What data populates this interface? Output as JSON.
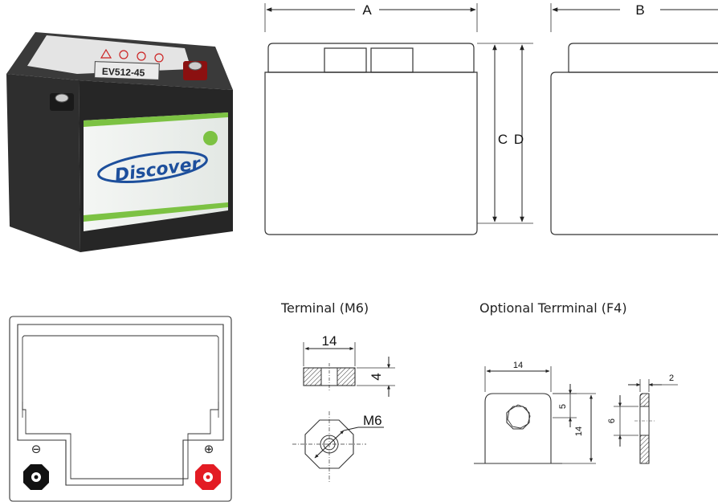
{
  "dimensions": {
    "A": "A",
    "B": "B",
    "C": "C",
    "D": "D"
  },
  "terminal_m6": {
    "title": "Terminal (M6)",
    "width": "14",
    "height": "4",
    "thread": "M6"
  },
  "terminal_f4": {
    "title": "Optional Terrminal (F4)",
    "width": "14",
    "hole_offset": "5",
    "height": "14",
    "side_height": "6",
    "thickness": "2"
  },
  "battery_photo": {
    "model_label": "EV512-45",
    "brand": "Discover"
  },
  "top_view": {
    "negative_symbol": "⊖",
    "positive_symbol": "⊕"
  },
  "colors": {
    "line": "#333333",
    "battery_body": "#2a2a2a",
    "label_green": "#7cc243",
    "label_blue": "#1d4f9c",
    "terminal_red": "#e31b23",
    "terminal_black": "#111111"
  }
}
